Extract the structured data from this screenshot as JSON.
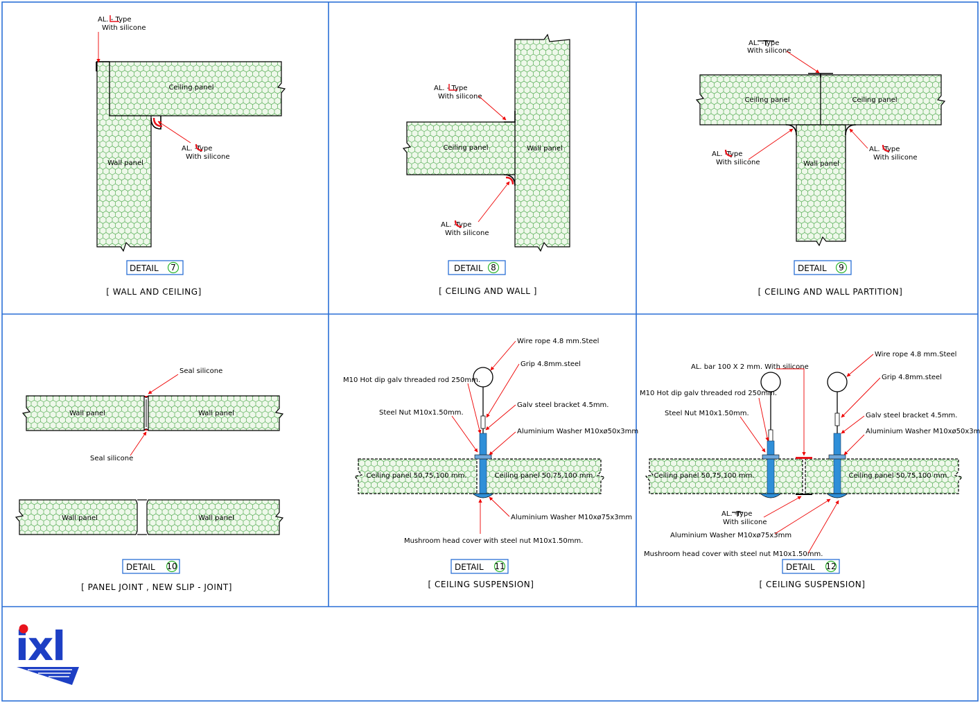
{
  "drawing": {
    "details": [
      {
        "id": "detail-7",
        "label": "DETAIL",
        "number": "7",
        "caption": "[ WALL AND CEILING]",
        "notes": [
          {
            "line1": "AL.   - Type",
            "line2": "With silicone"
          },
          {
            "line1": "AL.   -Type",
            "line2": "With silicone"
          }
        ],
        "panels": [
          "Ceiling panel",
          "Wall panel"
        ]
      },
      {
        "id": "detail-8",
        "label": "DETAIL",
        "number": "8",
        "caption": "[ CEILING  AND  WALL ]",
        "notes": [
          {
            "line1": "AL.   - Type",
            "line2": "With silicone"
          },
          {
            "line1": "AL.   -Type",
            "line2": "With silicone"
          }
        ],
        "panels": [
          "Ceiling panel",
          "Wall panel"
        ]
      },
      {
        "id": "detail-9",
        "label": "DETAIL",
        "number": "9",
        "caption": "[ CEILING AND WALL PARTITION]",
        "notes": [
          {
            "line1": "AL.    -Type",
            "line2": "With silicone"
          },
          {
            "line1": "AL.   -Type",
            "line2": "With silicone"
          },
          {
            "line1": "AL.   -Type",
            "line2": "With silicone"
          }
        ],
        "panels": [
          "Ceiling panel",
          "Ceiling panel",
          "Wall panel"
        ]
      },
      {
        "id": "detail-10",
        "label": "DETAIL",
        "number": "10",
        "caption": "[ PANEL JOINT , NEW SLIP - JOINT]",
        "notes": [
          {
            "line1": "Seal silicone"
          },
          {
            "line1": "Seal silicone"
          }
        ],
        "panels": [
          "Wall panel",
          "Wall panel",
          "Wall panel",
          "Wall panel"
        ]
      },
      {
        "id": "detail-11",
        "label": "DETAIL",
        "number": "11",
        "caption": "[ CEILING SUSPENSION]",
        "notes": [
          "Wire rope 4.8 mm.Steel",
          "Grip 4.8mm.steel",
          "M10 Hot dip galv threaded rod 250mm.",
          "Galv steel bracket 4.5mm.",
          "Steel Nut M10x1.50mm.",
          "Aluminium Washer M10xø50x3mm",
          "Aluminium Washer M10xø75x3mm",
          "Mushroom head cover with steel nut M10x1.50mm."
        ],
        "panels": [
          "Ceiling panel 50,75,100 mm.",
          "Ceiling panel 50,75,100 mm."
        ]
      },
      {
        "id": "detail-12",
        "label": "DETAIL",
        "number": "12",
        "caption": "[ CEILING SUSPENSION]",
        "notes": [
          "Wire rope 4.8 mm.Steel",
          "AL.  bar 100 X 2 mm. With silicone",
          "Grip 4.8mm.steel",
          "M10 Hot dip galv threaded rod 250mm.",
          "Steel Nut M10x1.50mm.",
          "Galv steel bracket 4.5mm.",
          "Aluminium Washer M10xø50x3mm",
          "Aluminium Washer M10xø75x3mm",
          "Mushroom head cover with steel nut M10x1.50mm."
        ],
        "al_t_type": {
          "line1": "AL.   -Type",
          "line2": "With silicone"
        },
        "panels": [
          "Ceiling panel 50,75,100 mm.",
          "Ceiling panel 50,75,100 mm."
        ]
      }
    ],
    "logo_text": "ixl",
    "colors": {
      "frame": "#2a6fd6",
      "leader": "#e00000",
      "number_circle": "#2db52d",
      "bolt": "#2f8fd8",
      "logo": "#1d3fc4",
      "logo_dot": "#e8141d",
      "hex_pattern": "#2e9a2e",
      "panel_fill": "#eef8ea"
    }
  }
}
